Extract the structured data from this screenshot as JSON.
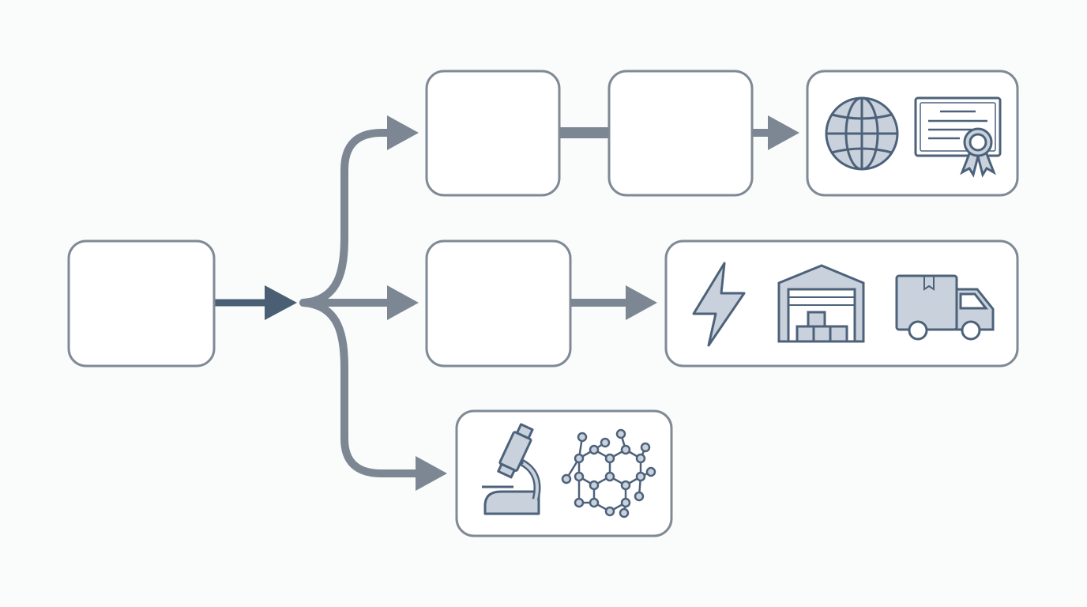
{
  "colors": {
    "background": "#fafbfb",
    "box_stroke": "#7f8a95",
    "box_fill": "#ffffff",
    "connector": "#7c8793",
    "primary_arrow": "#4a5f73",
    "icon_stroke": "#4d627a",
    "icon_fill": "#c9d2dc"
  },
  "nodes": [
    {
      "id": "source",
      "label": "",
      "icons": []
    },
    {
      "id": "upper-step-1",
      "label": "",
      "icons": []
    },
    {
      "id": "upper-step-2",
      "label": "",
      "icons": []
    },
    {
      "id": "upper-outcome",
      "label": "",
      "icons": [
        "globe-icon",
        "certificate-icon"
      ]
    },
    {
      "id": "middle-step-1",
      "label": "",
      "icons": []
    },
    {
      "id": "middle-outcome",
      "label": "",
      "icons": [
        "lightning-icon",
        "warehouse-icon",
        "truck-icon"
      ]
    },
    {
      "id": "lower-outcome",
      "label": "",
      "icons": [
        "microscope-icon",
        "molecule-icon"
      ]
    }
  ],
  "edges": [
    {
      "from": "source",
      "to": "branch-point",
      "style": "primary-arrow"
    },
    {
      "from": "branch-point",
      "to": "upper-step-1",
      "style": "curved-arrow"
    },
    {
      "from": "branch-point",
      "to": "middle-step-1",
      "style": "arrow"
    },
    {
      "from": "branch-point",
      "to": "lower-outcome",
      "style": "curved-arrow"
    },
    {
      "from": "upper-step-1",
      "to": "upper-step-2",
      "style": "line"
    },
    {
      "from": "upper-step-2",
      "to": "upper-outcome",
      "style": "arrow"
    },
    {
      "from": "middle-step-1",
      "to": "middle-outcome",
      "style": "arrow"
    }
  ]
}
